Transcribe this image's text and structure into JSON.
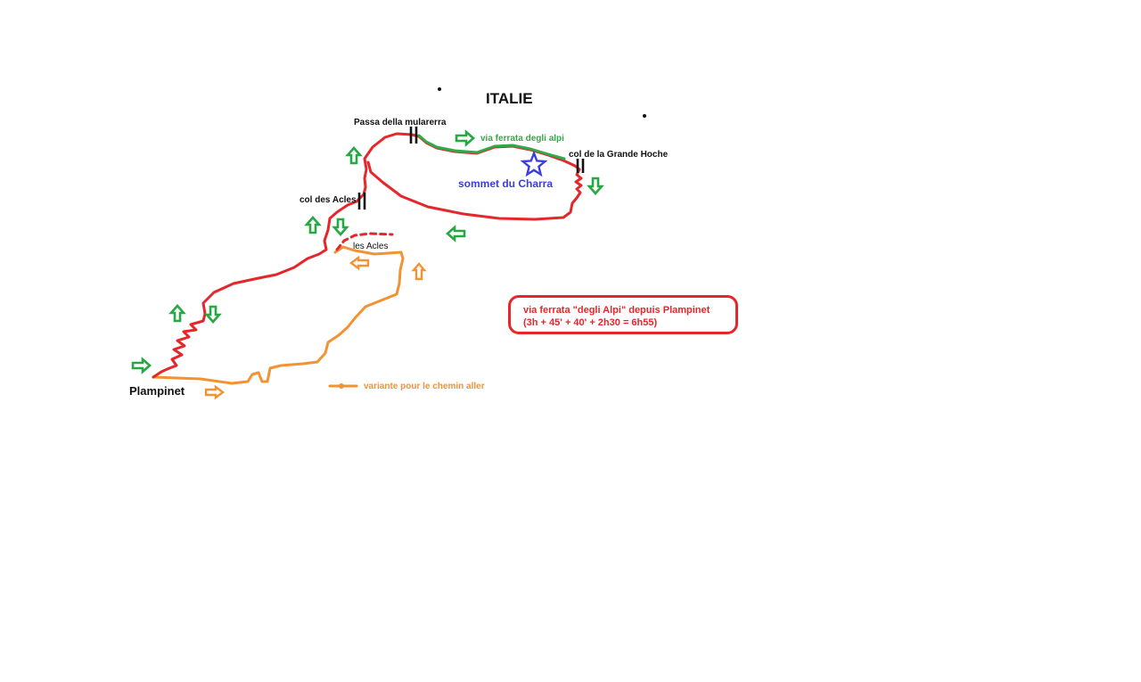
{
  "country": "ITALIE",
  "places": {
    "passa": "Passa della mularerra",
    "grande_hoche": "col de la Grande Hoche",
    "col_acles": "col des Acles",
    "les_acles": "les Acles",
    "plampinet": "Plampinet"
  },
  "summit": "sommet du Charra",
  "via_ferrata_label": "via ferrata degli alpi",
  "legend_variant": "variante pour le chemin aller",
  "info_box": {
    "line1": "via ferrata \"degli Alpi\" depuis Plampinet",
    "line2": "(3h + 45' + 40' + 2h30 = 6h55)"
  },
  "colors": {
    "main_route": "#e5262a",
    "via_ferrata": "#2eaa4a",
    "variant_route": "#f39233",
    "summit": "#3d3ddb",
    "arrow": "#27a844",
    "pass_marker": "#111111"
  },
  "icons": [
    "star-icon",
    "arrow-up-icon",
    "arrow-down-icon",
    "arrow-left-icon",
    "arrow-right-icon",
    "pass-marker-icon"
  ]
}
